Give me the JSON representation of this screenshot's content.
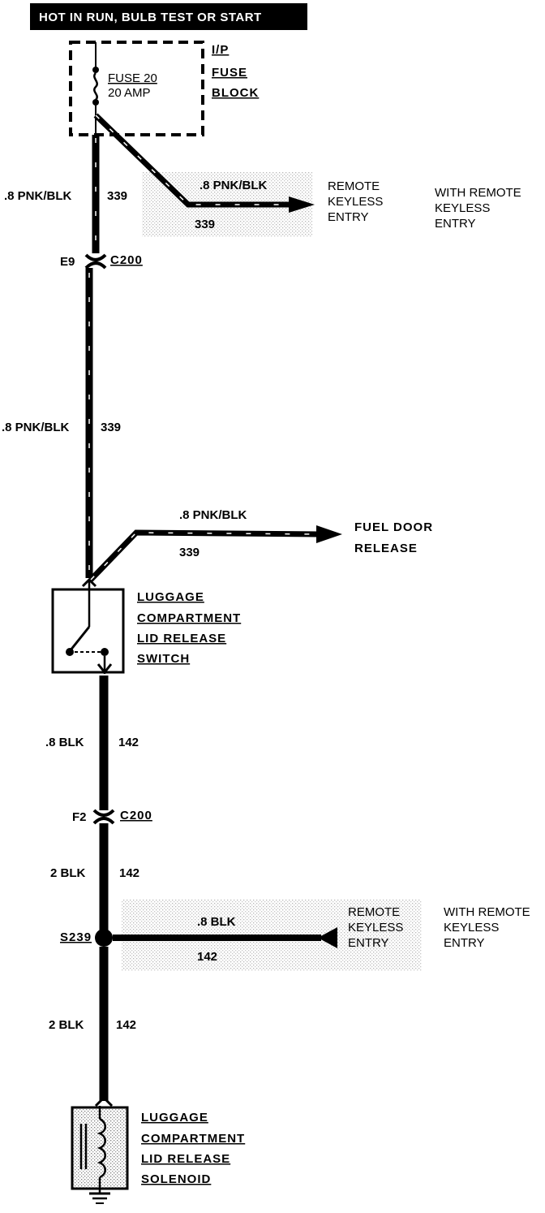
{
  "header": {
    "title": "HOT IN RUN, BULB TEST OR START"
  },
  "fuse_block": {
    "label_lines": [
      "I/P",
      "FUSE",
      "BLOCK"
    ],
    "fuse_name": "FUSE 20",
    "fuse_rating": "20 AMP"
  },
  "branch_top": {
    "wire": ".8 PNK/BLK",
    "circuit": "339",
    "dest_lines": [
      "REMOTE",
      "KEYLESS",
      "ENTRY"
    ],
    "note_lines": [
      "WITH REMOTE",
      "KEYLESS",
      "ENTRY"
    ]
  },
  "main_wire_1": {
    "wire": ".8 PNK/BLK",
    "circuit": "339"
  },
  "connector_1": {
    "pin": "E9",
    "name": "C200"
  },
  "main_wire_2": {
    "wire": ".8 PNK/BLK",
    "circuit": "339"
  },
  "branch_fuel": {
    "wire": ".8 PNK/BLK",
    "circuit": "339",
    "dest_lines": [
      "FUEL DOOR",
      "RELEASE"
    ]
  },
  "switch": {
    "label_lines": [
      "LUGGAGE",
      "COMPARTMENT",
      "LID RELEASE",
      "SWITCH"
    ]
  },
  "wire_3": {
    "wire": ".8 BLK",
    "circuit": "142"
  },
  "connector_2": {
    "pin": "F2",
    "name": "C200"
  },
  "wire_4": {
    "wire": "2 BLK",
    "circuit": "142"
  },
  "splice": {
    "name": "S239"
  },
  "branch_bottom": {
    "wire": ".8 BLK",
    "circuit": "142",
    "dest_lines": [
      "REMOTE",
      "KEYLESS",
      "ENTRY"
    ],
    "note_lines": [
      "WITH REMOTE",
      "KEYLESS",
      "ENTRY"
    ]
  },
  "wire_5": {
    "wire": "2 BLK",
    "circuit": "142"
  },
  "solenoid": {
    "label_lines": [
      "LUGGAGE",
      "COMPARTMENT",
      "LID RELEASE",
      "SOLENOID"
    ]
  }
}
